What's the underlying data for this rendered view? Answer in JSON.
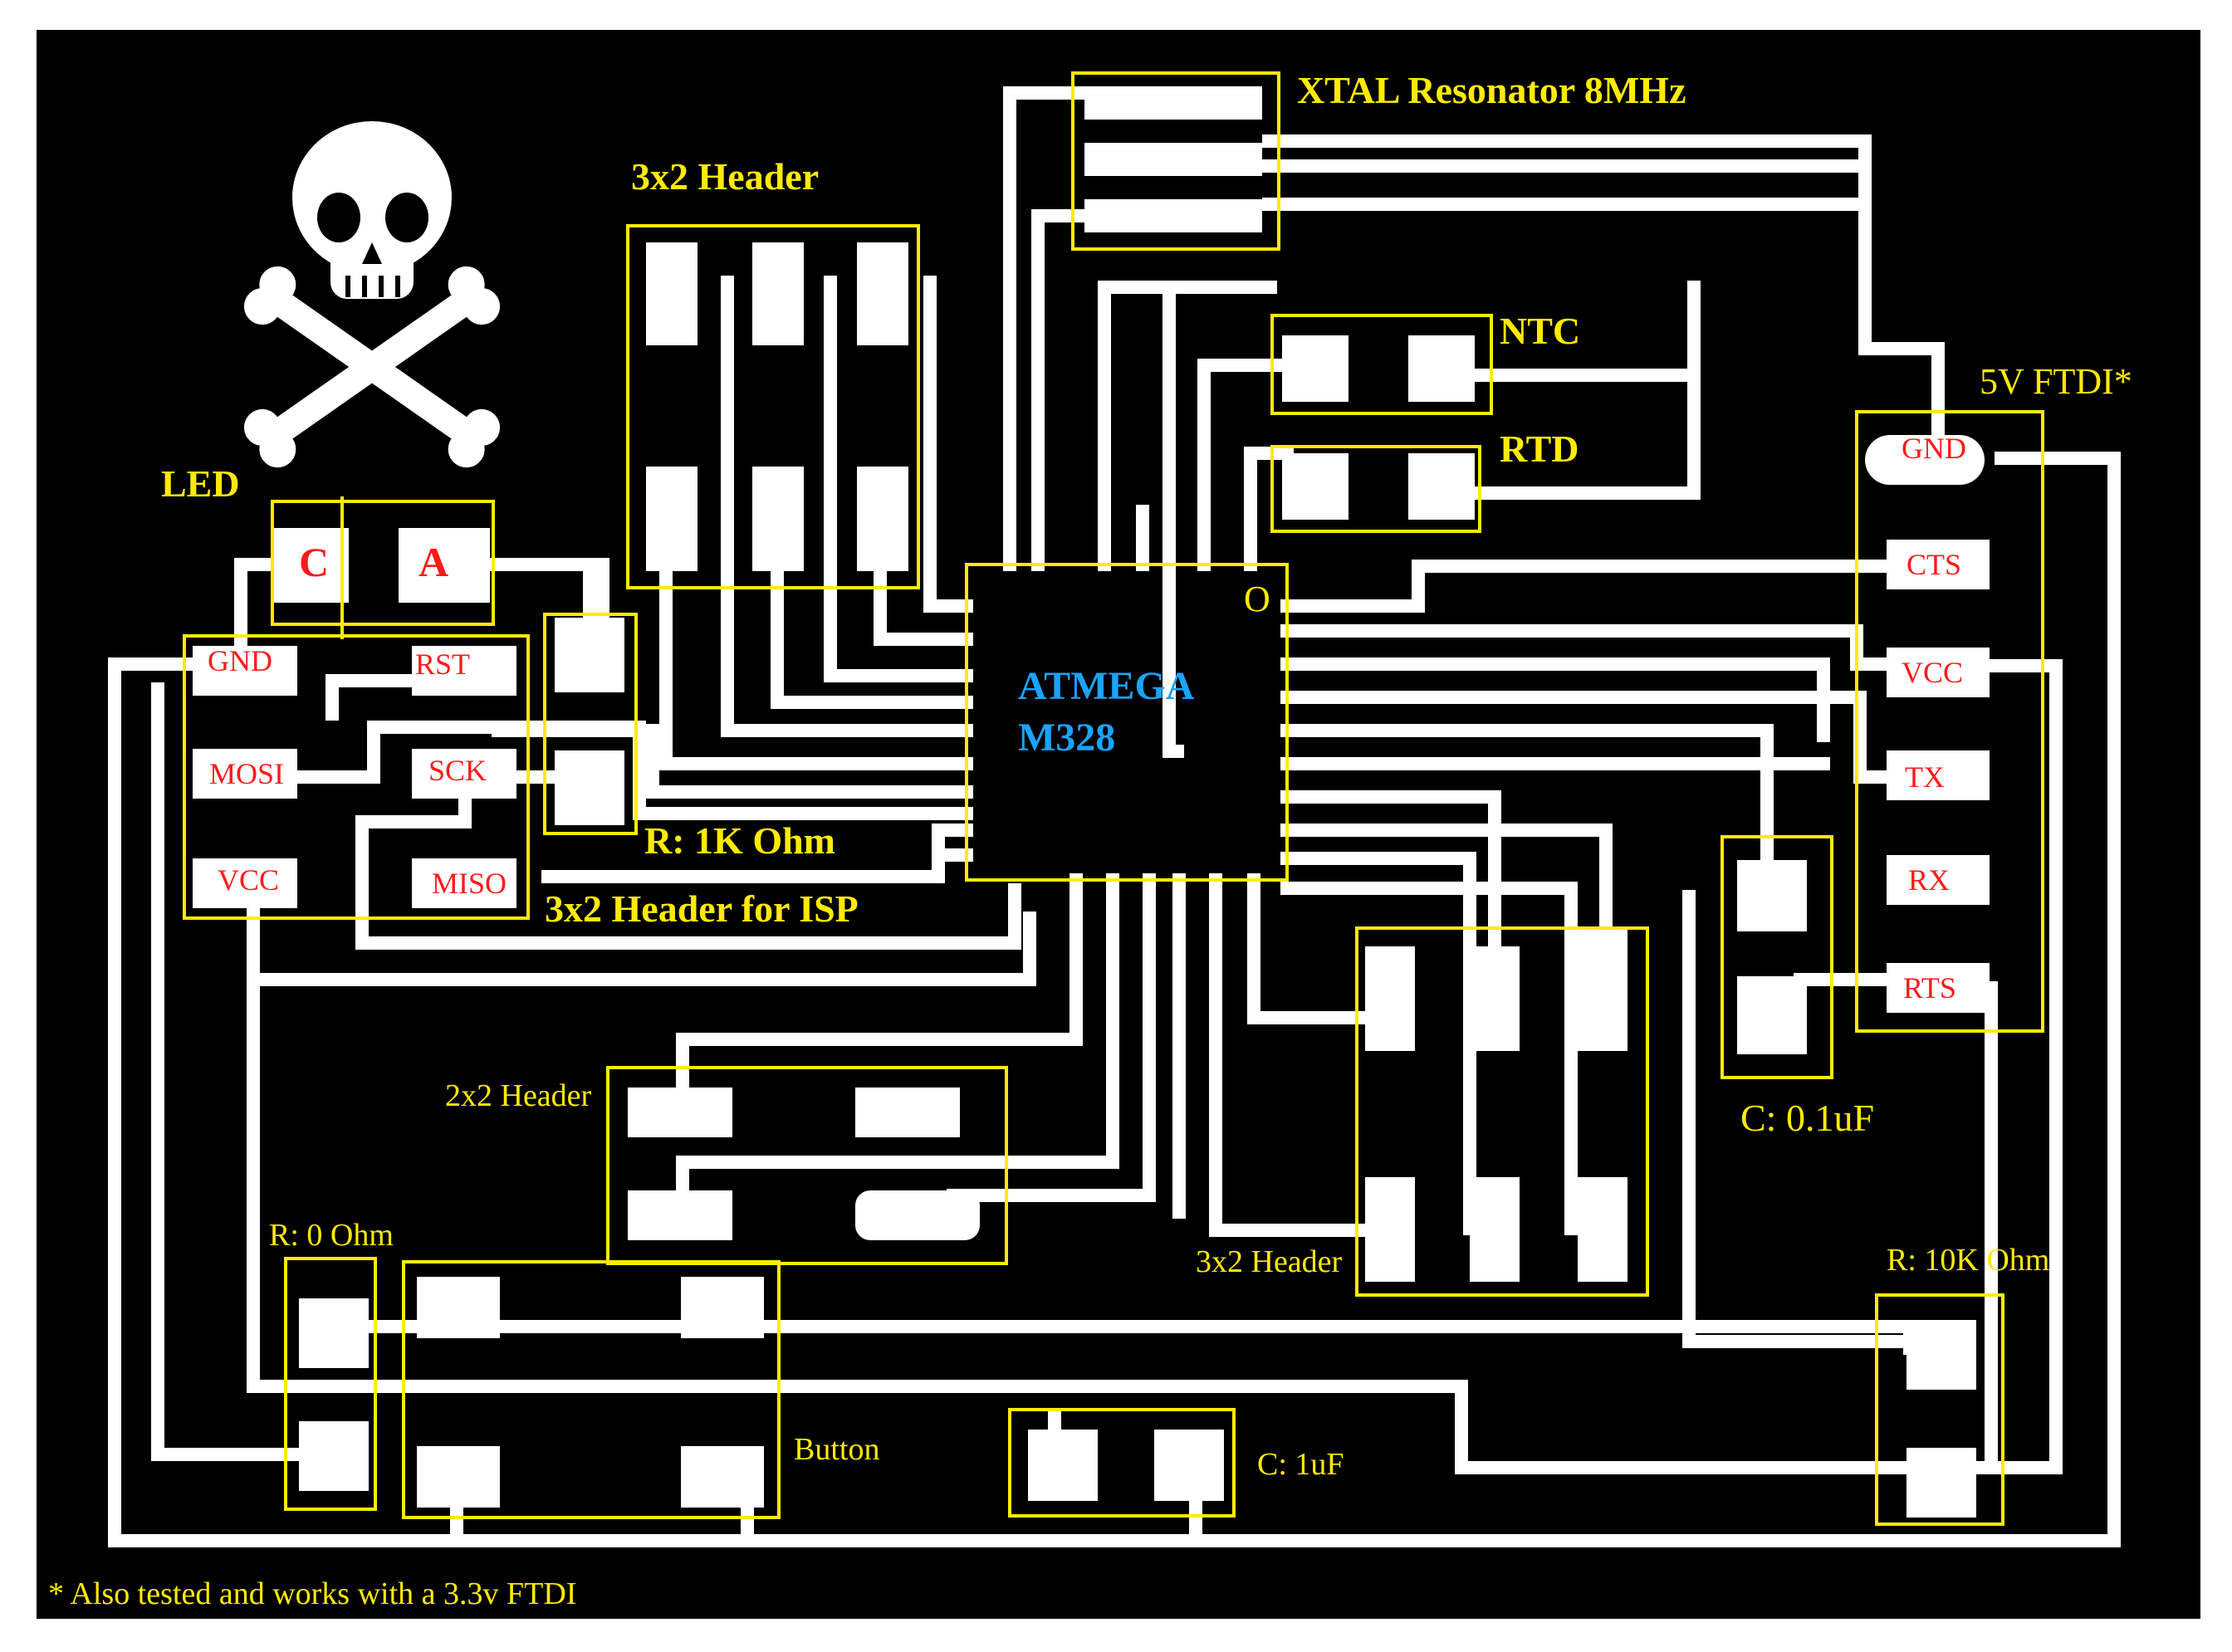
{
  "board": {
    "background": "#000000",
    "trace_color": "#ffffff",
    "label_color": "#ffeb00",
    "pin_label_color": "#ff1a1a",
    "chip_label_color": "#1aa3ff"
  },
  "icon": "skull-and-crossbones-icon",
  "labels": {
    "xtal": "XTAL Resonator 8MHz",
    "header_top": "3x2 Header",
    "ntc": "NTC",
    "rtd": "RTD",
    "ftdi": "5V FTDI*",
    "led": "LED",
    "led_c": "C",
    "led_a": "A",
    "r_1k": "R: 1K Ohm",
    "isp": "3x2 Header for ISP",
    "chip_line1": "ATMEGA",
    "chip_line2": "M328",
    "chip_pin1": "O",
    "header_2x2": "2x2 Header",
    "header_3x2_bottom": "3x2 Header",
    "r_0": "R: 0 Ohm",
    "button": "Button",
    "c_1uf": "C: 1uF",
    "c_01uf": "C: 0.1uF",
    "r_10k": "R: 10K Ohm",
    "footnote": "* Also tested and works with a 3.3v FTDI"
  },
  "isp_pins": {
    "gnd": "GND",
    "rst": "RST",
    "mosi": "MOSI",
    "sck": "SCK",
    "vcc": "VCC",
    "miso": "MISO"
  },
  "ftdi_pins": [
    "GND",
    "CTS",
    "VCC",
    "TX",
    "RX",
    "RTS"
  ]
}
